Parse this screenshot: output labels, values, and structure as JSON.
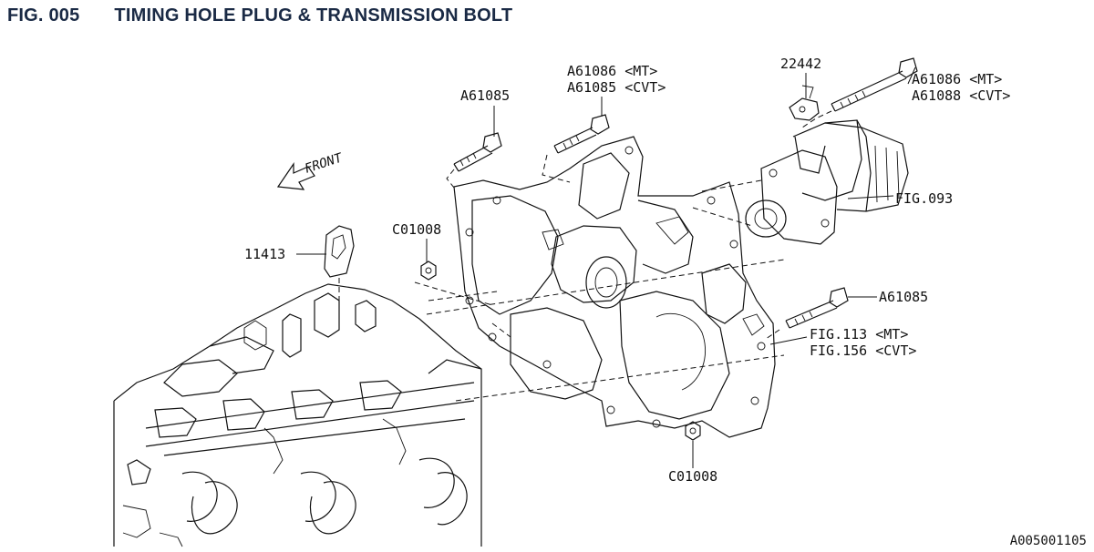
{
  "header": {
    "fig_number": "FIG. 005",
    "title": "TIMING HOLE PLUG & TRANSMISSION BOLT"
  },
  "direction_label": "FRONT",
  "callouts": {
    "bolt_left": "A61085",
    "bolt_mid_mt": "A61086 <MT>",
    "bolt_mid_cvt": "A61085 <CVT>",
    "bracket": "22442",
    "starter_bolt_mt": "A61086 <MT>",
    "starter_bolt_cvt": "A61088 <CVT>",
    "starter_ref": "FIG.093",
    "plug": "11413",
    "nut_upper": "C01008",
    "bolt_lower_right": "A61085",
    "trans_ref_mt": "FIG.113 <MT>",
    "trans_ref_cvt": "FIG.156 <CVT>",
    "nut_lower": "C01008"
  },
  "image_code": "A005001105"
}
